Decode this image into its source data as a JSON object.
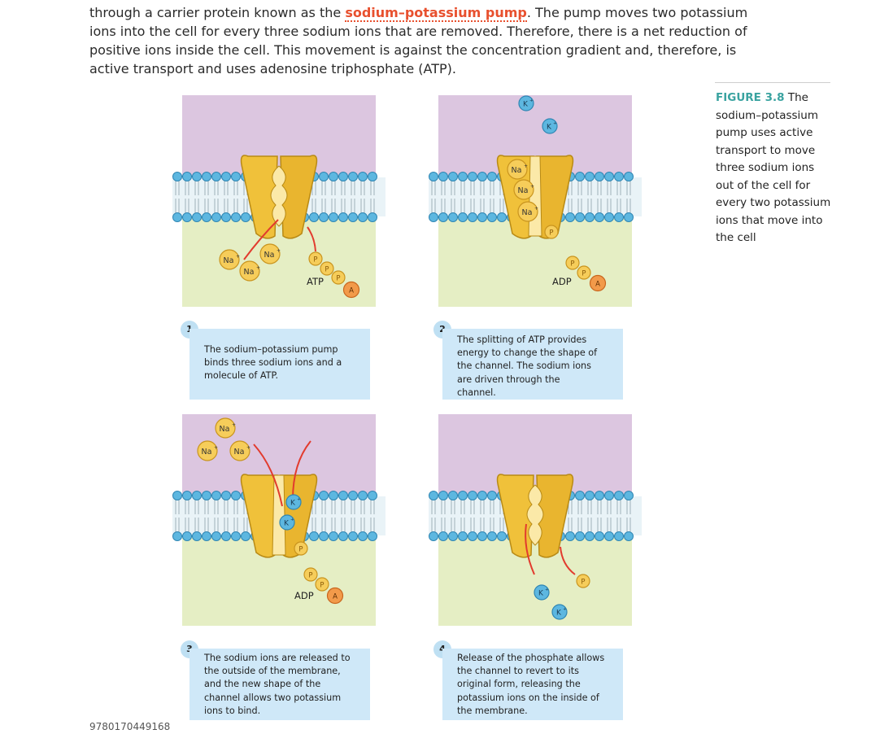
{
  "intro": {
    "line1_before": "through a carrier protein known as the ",
    "line1_term": "sodium–potassium pump",
    "line1_after": ". The pump moves two potassium",
    "line2": "ions into the cell for every three sodium ions that are removed. Therefore, there is a net reduction of",
    "line3": "positive ions inside the cell. This movement is against the concentration gradient and, therefore, is",
    "line4": "active transport and uses adenosine triphosphate (ATP)."
  },
  "figure_caption": {
    "label": "FIGURE 3.8",
    "lines": [
      "The",
      "sodium–potassium",
      "pump uses active",
      "transport to move",
      "three sodium ions",
      "out of the cell for",
      "every two potassium",
      "ions that move into",
      "the cell"
    ]
  },
  "colors": {
    "accent_orange": "#e8502e",
    "accent_teal": "#3aa3a0",
    "outside_cell": "#dcc6e0",
    "inside_cell": "#e5eec4",
    "step_box": "#cfe8f8",
    "protein_gold": "#f0c13a"
  },
  "ion_labels": {
    "na": "Na",
    "k": "K",
    "plus": "+",
    "phosphate": "P",
    "adenosine": "A"
  },
  "panels": [
    {
      "step": "1",
      "molecule_label": "ATP",
      "text": [
        "The sodium–potassium pump",
        "binds three sodium ions and a",
        "molecule of ATP."
      ]
    },
    {
      "step": "2",
      "molecule_label": "ADP",
      "text": [
        "The splitting of ATP provides",
        "energy to change the shape of",
        "the channel. The sodium ions",
        "are driven through the",
        "channel."
      ]
    },
    {
      "step": "3",
      "molecule_label": "ADP",
      "text": [
        "The sodium ions are released to",
        "the outside of the membrane,",
        "and the new shape of the",
        "channel allows two potassium",
        "ions to bind."
      ]
    },
    {
      "step": "4",
      "text": [
        "Release of the phosphate allows",
        "the channel to revert to its",
        "original form, releasing the",
        "potassium ions on the inside of",
        "the membrane."
      ]
    }
  ],
  "isbn": "9780170449168"
}
